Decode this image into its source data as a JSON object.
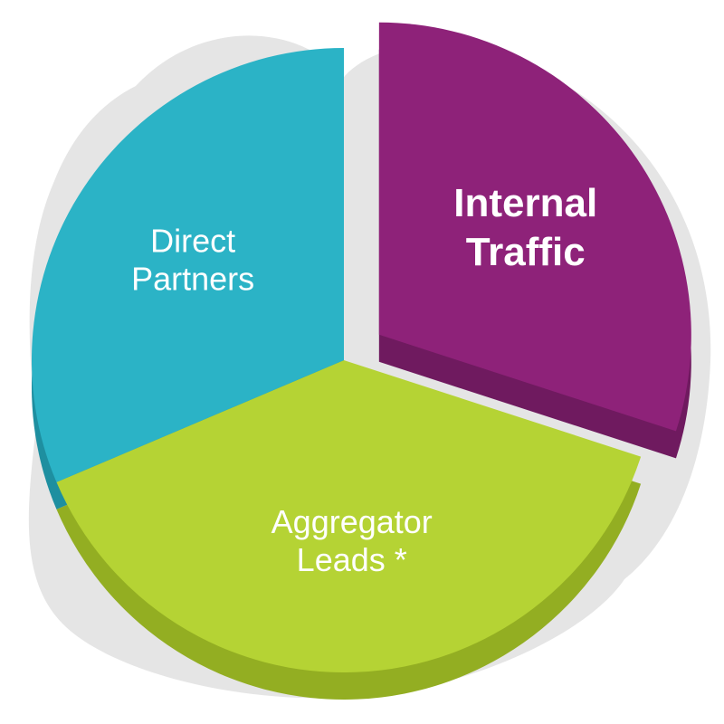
{
  "chart_data": {
    "type": "pie",
    "title": "",
    "slices": [
      {
        "name": "Internal Traffic",
        "label_lines": [
          "Internal",
          "Traffic"
        ],
        "value": 1,
        "color": "#8E2279",
        "side_color": "#6F1A5F",
        "label_color": "#FFFFFF",
        "emphasized": true,
        "exploded": true
      },
      {
        "name": "Aggregator Leads *",
        "label_lines": [
          "Aggregator",
          "Leads *"
        ],
        "value": 1,
        "color": "#B5D334",
        "side_color": "#93AE22",
        "label_color": "#FFFFFF",
        "emphasized": false,
        "exploded": false
      },
      {
        "name": "Direct Partners",
        "label_lines": [
          "Direct",
          "Partners"
        ],
        "value": 1,
        "color": "#2BB3C6",
        "side_color": "#1E8FA0",
        "label_color": "#FFFFFF",
        "emphasized": false,
        "exploded": false
      }
    ],
    "legend": "none",
    "style": "3d-exploded",
    "background_blob_color": "#E5E5E5"
  }
}
